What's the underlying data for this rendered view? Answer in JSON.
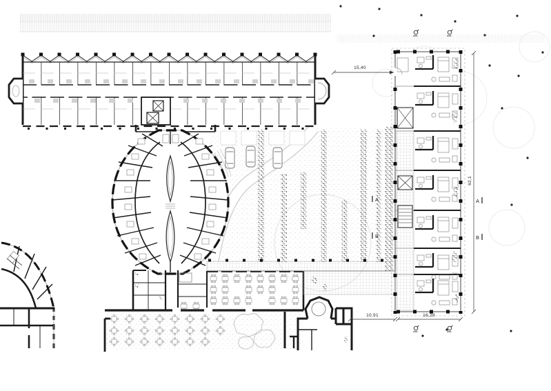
{
  "drawing": {
    "dimensions": {
      "front_setback": "15,40",
      "east_building_length": "62,1",
      "south_gap": "10,91",
      "south_width": "16,28"
    },
    "sections": {
      "a": "A",
      "b": "B"
    },
    "colors": {
      "ink": "#1b1b1b",
      "mid_gray": "#8a8a8a",
      "light_gray": "#c4c4c4",
      "texture_gray": "#e2e2e2",
      "paper": "#ffffff"
    },
    "symbols": {
      "survey_marker": "circle-with-flag",
      "tree": "small-filled-dot",
      "car": "rounded-rectangle",
      "elevator": "x-crossed-box",
      "stairs": "rung-lines",
      "planting_row": "mottled-strip"
    }
  }
}
